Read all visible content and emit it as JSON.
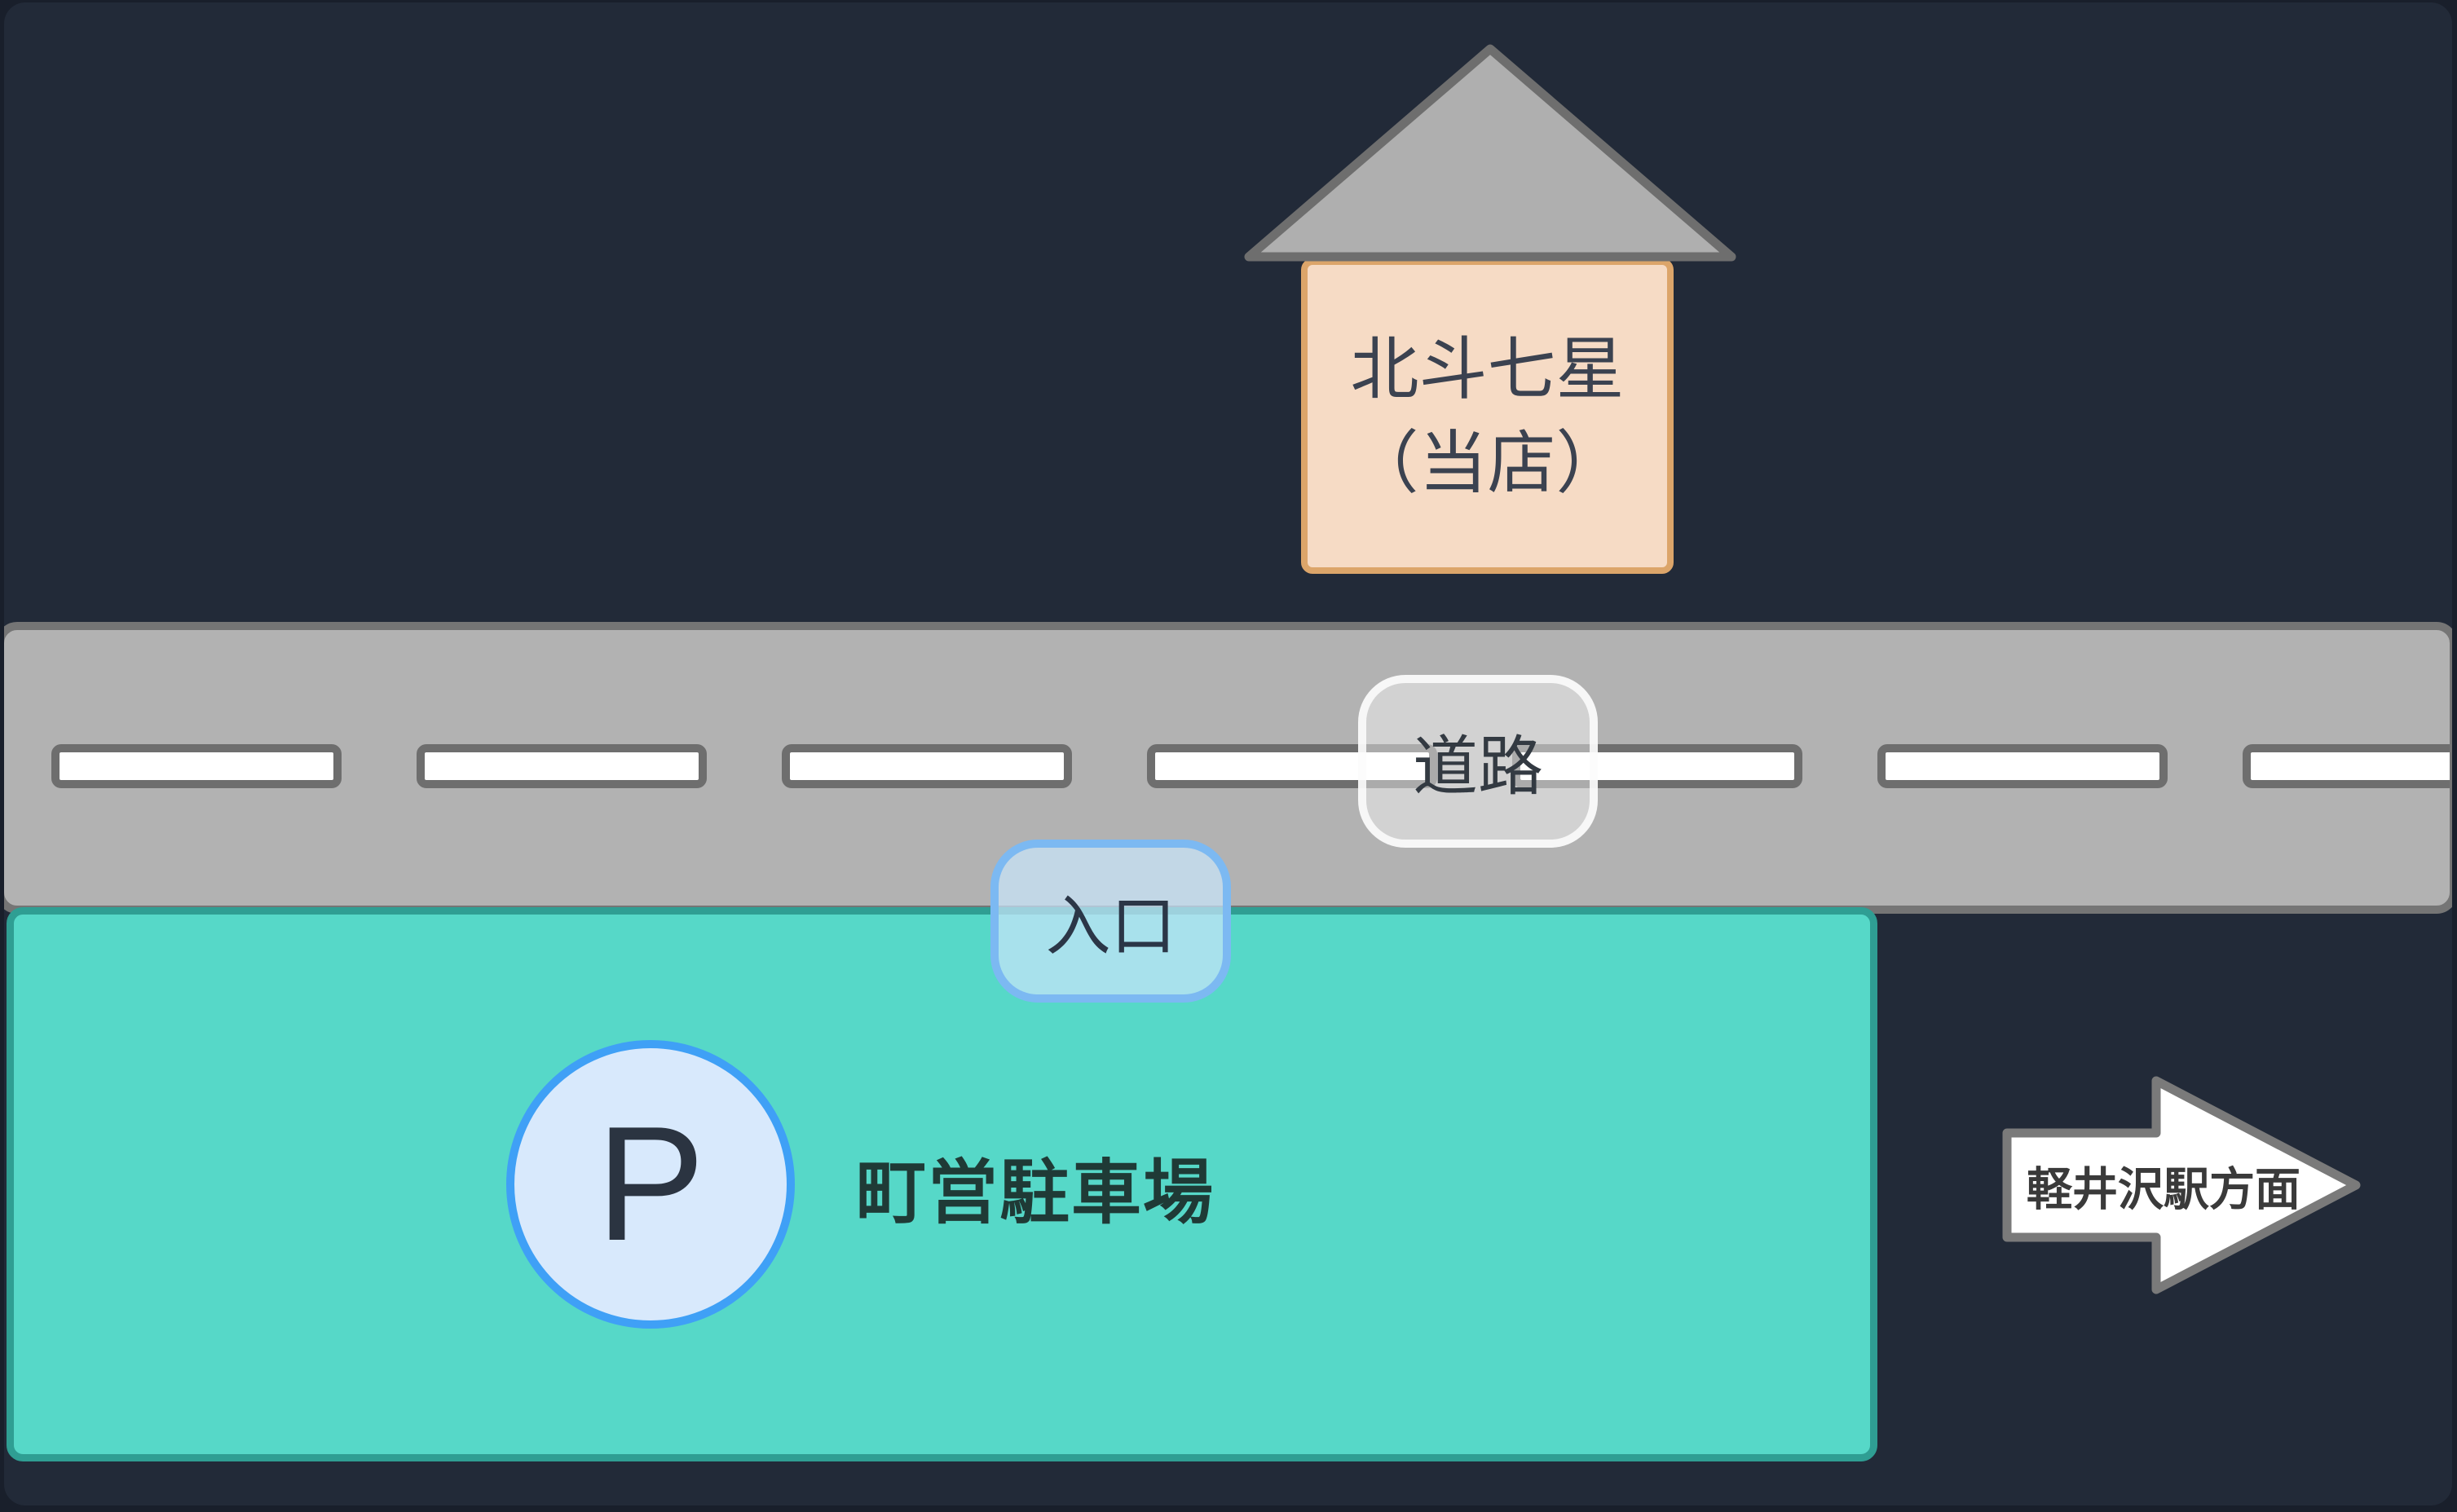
{
  "colors": {
    "page-bg": "#191f2b",
    "canvas-bg": "#222a38",
    "road-gray": "#b2b2b2",
    "road-border": "#757575",
    "dash-white": "#ffffff",
    "dash-border": "#6e6e6e",
    "parking-teal": "#56d8c8",
    "parking-border": "#2f9e93",
    "house-fill": "#f6dbc5",
    "house-border": "#dca56a",
    "roof-fill": "#afafaf",
    "roof-border": "#6e6e6e",
    "blue-border": "#3fa0f6",
    "blue-fill": "#d8e9fc",
    "entrance-border": "#7cb9f2",
    "arrow-fill": "#ffffff",
    "arrow-border": "#7a7a7a",
    "text-dark": "#3b4250",
    "parking-text": "#1f3a36"
  },
  "shop": {
    "name_line1": "北斗七星",
    "name_line2": "（当店）"
  },
  "road": {
    "label": "道路",
    "lane_dash_count": 7,
    "lane_dash_start": 58,
    "lane_dash_period": 448
  },
  "entrance": {
    "label": "入口"
  },
  "parking": {
    "symbol": "P",
    "name": "町営駐車場"
  },
  "direction": {
    "label": "軽井沢駅方面"
  }
}
